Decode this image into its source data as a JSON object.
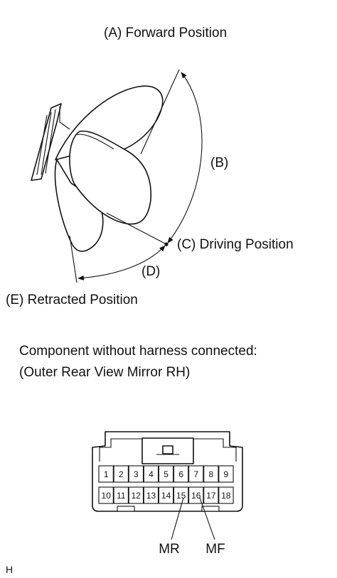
{
  "positions": {
    "forward": "(A) Forward Position",
    "angle_b": "(B)",
    "driving": "(C) Driving Position",
    "angle_d": "(D)",
    "retracted": "(E) Retracted Position"
  },
  "connector": {
    "caption_line1": "Component without harness connected:",
    "caption_line2": "(Outer Rear View Mirror RH)",
    "pins_row1": [
      "1",
      "2",
      "3",
      "4",
      "5",
      "6",
      "7",
      "8",
      "9"
    ],
    "pins_row2": [
      "10",
      "11",
      "12",
      "13",
      "14",
      "15",
      "16",
      "17",
      "18"
    ],
    "terminal_mr": "MR",
    "terminal_mf": "MF"
  },
  "figure_code": "H"
}
